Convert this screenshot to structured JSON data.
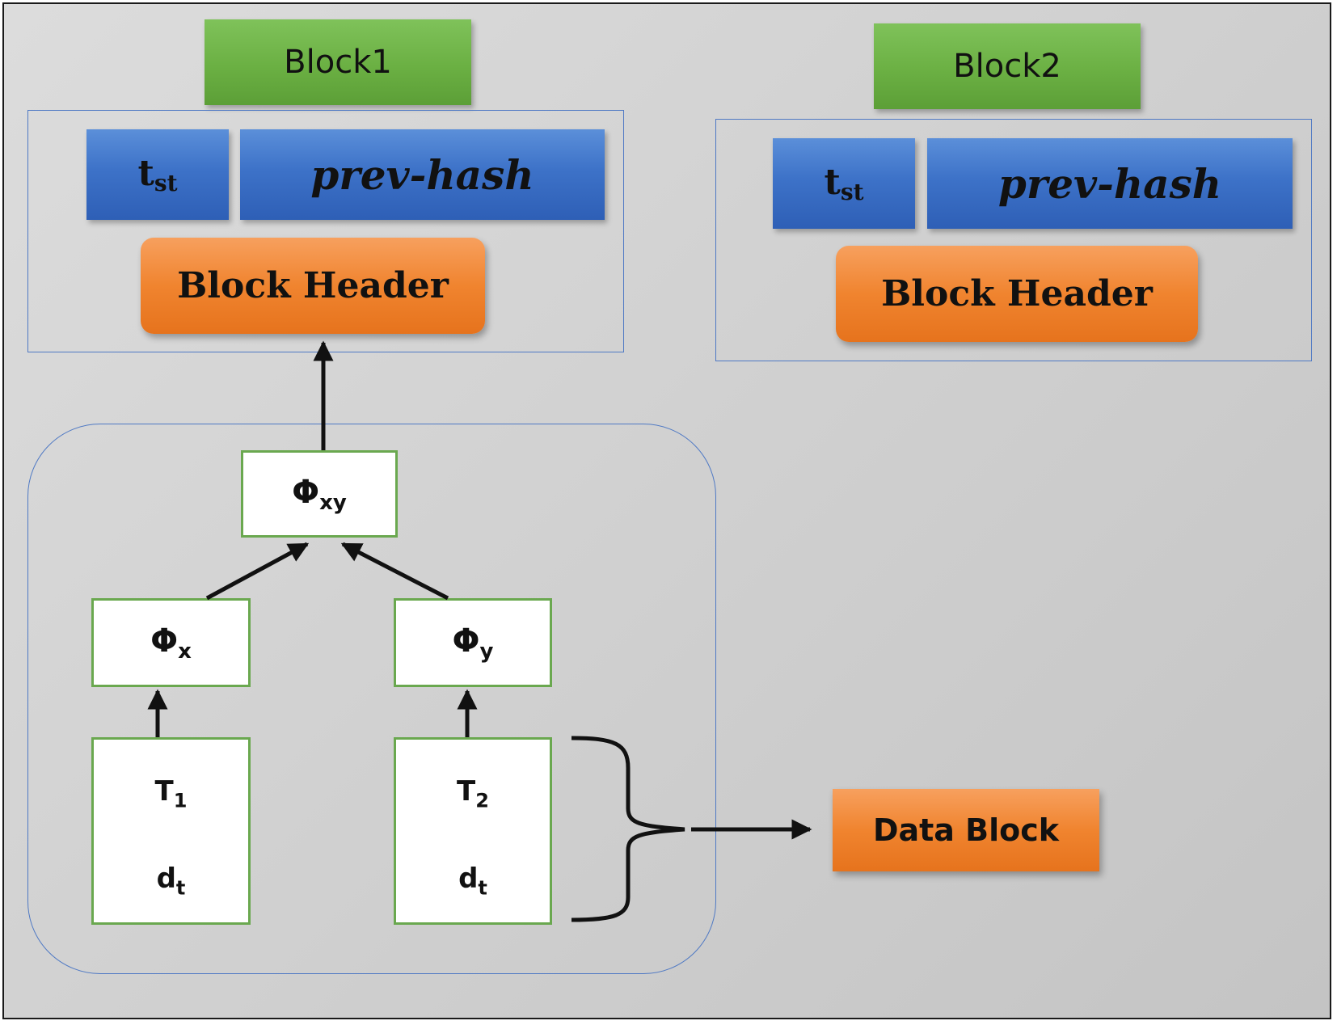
{
  "block1": {
    "label": "Block1",
    "tst": {
      "main": "t",
      "sub": "st"
    },
    "prev_hash": "prev-hash",
    "header": "Block Header"
  },
  "block2": {
    "label": "Block2",
    "tst": {
      "main": "t",
      "sub": "st"
    },
    "prev_hash": "prev-hash",
    "header": "Block Header"
  },
  "tree": {
    "root": {
      "symbol": "Φ",
      "sub": "xy"
    },
    "left": {
      "symbol": "Φ",
      "sub": "x"
    },
    "right": {
      "symbol": "Φ",
      "sub": "y"
    },
    "leaf_left": {
      "t_main": "T",
      "t_sub": "1",
      "d_main": "d",
      "d_sub": "t"
    },
    "leaf_right": {
      "t_main": "T",
      "t_sub": "2",
      "d_main": "d",
      "d_sub": "t"
    }
  },
  "data_block": "Data Block",
  "colors": {
    "green": "#6bb043",
    "blue": "#3d72c8",
    "orange": "#f0842f",
    "container_border": "#4f79c4",
    "node_border": "#6aa84f"
  }
}
